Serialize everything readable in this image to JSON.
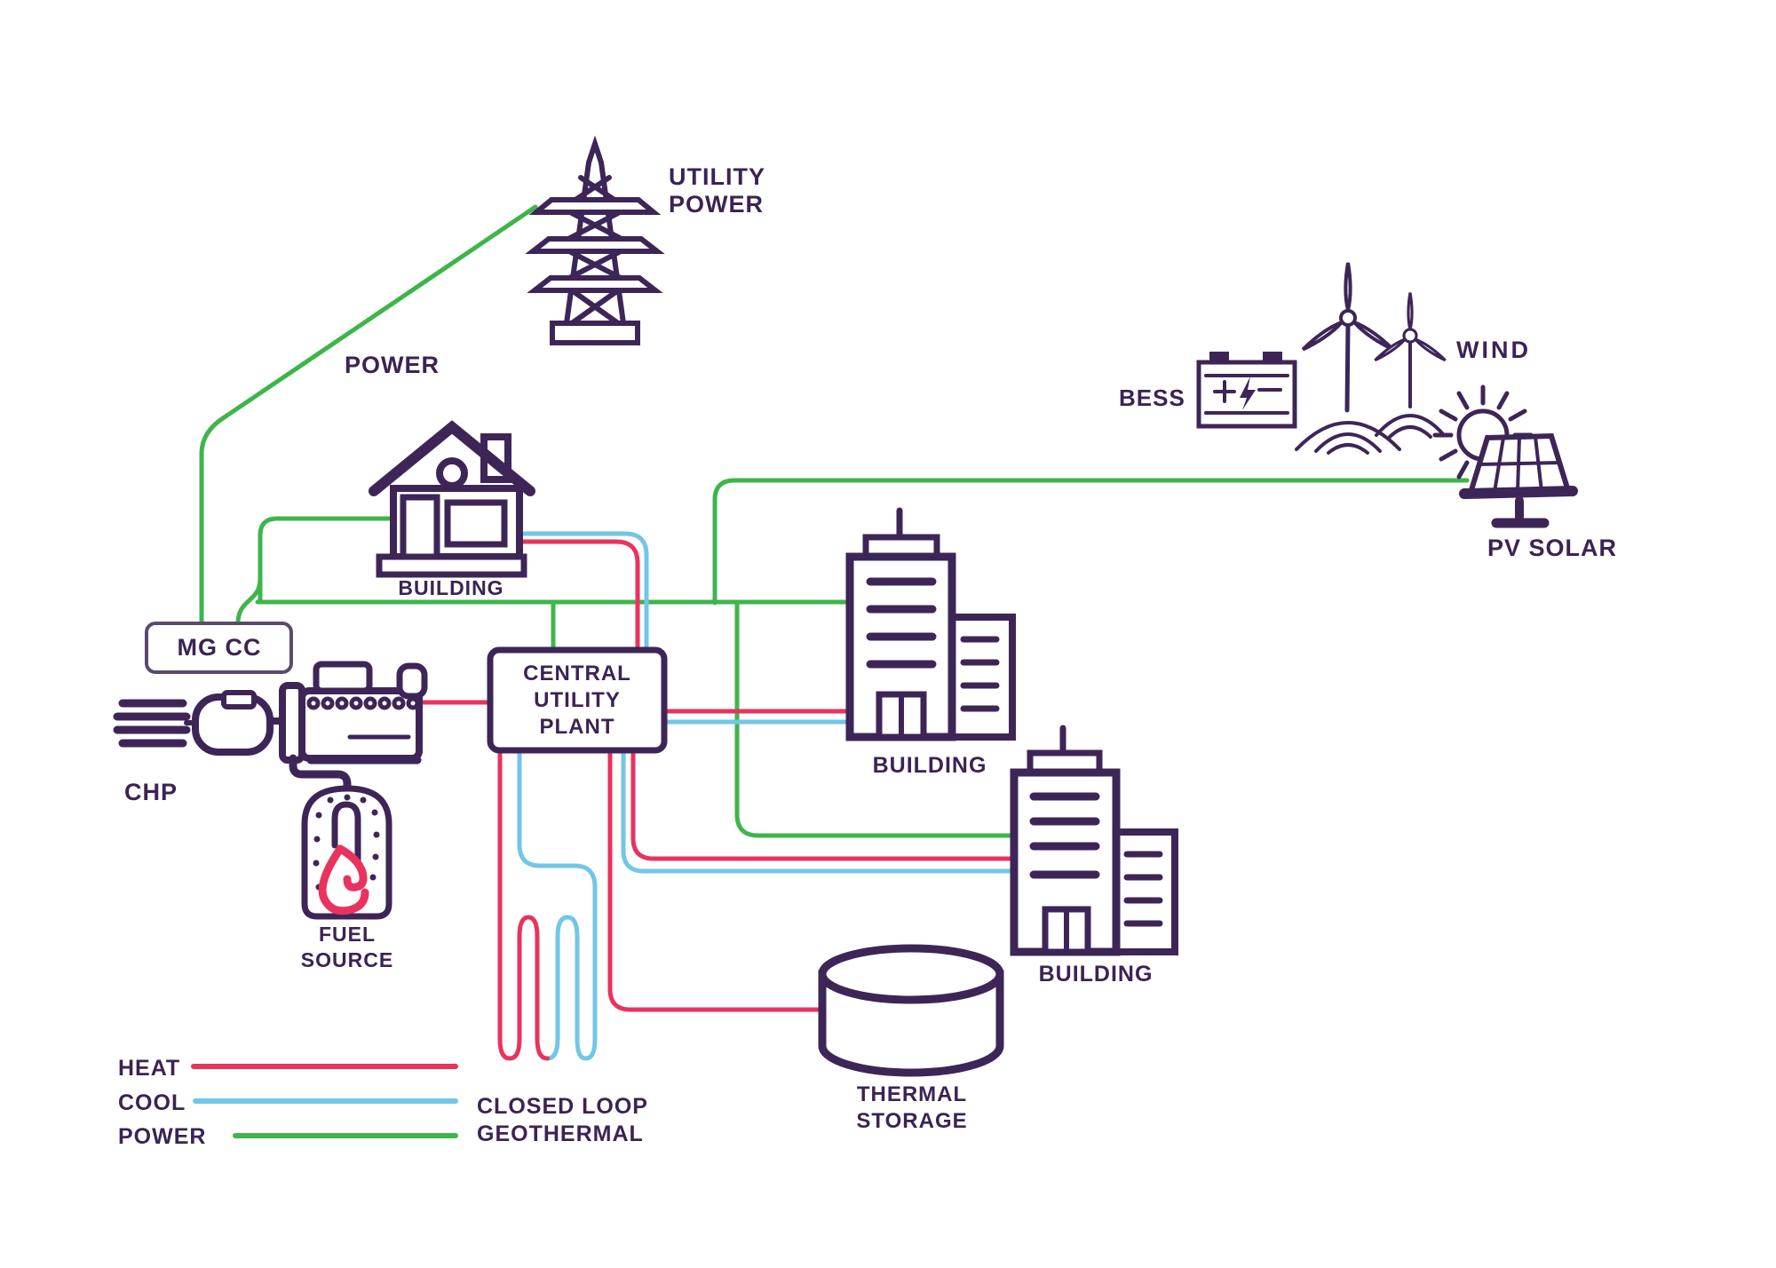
{
  "colors": {
    "heat": "#e9335e",
    "cool": "#72c6e6",
    "power": "#3eb54b",
    "ink": "#3d2657"
  },
  "labels": {
    "utility_power": [
      "UTILITY",
      "POWER"
    ],
    "power_line": "POWER",
    "bess": "BESS",
    "wind": "WIND",
    "pv_solar": "PV SOLAR",
    "house_building": "BUILDING",
    "mg_cc": "MG CC",
    "chp": "CHP",
    "fuel_source": [
      "FUEL",
      "SOURCE"
    ],
    "central_utility_plant": [
      "CENTRAL",
      "UTILITY",
      "PLANT"
    ],
    "building_mid": "BUILDING",
    "building_right": "BUILDING",
    "thermal_storage": [
      "THERMAL",
      "STORAGE"
    ],
    "closed_loop_geothermal": [
      "CLOSED LOOP",
      "GEOTHERMAL"
    ]
  },
  "legend": {
    "items": [
      {
        "label": "HEAT",
        "color": "#e9335e"
      },
      {
        "label": "COOL",
        "color": "#72c6e6"
      },
      {
        "label": "POWER",
        "color": "#3eb54b"
      }
    ]
  }
}
